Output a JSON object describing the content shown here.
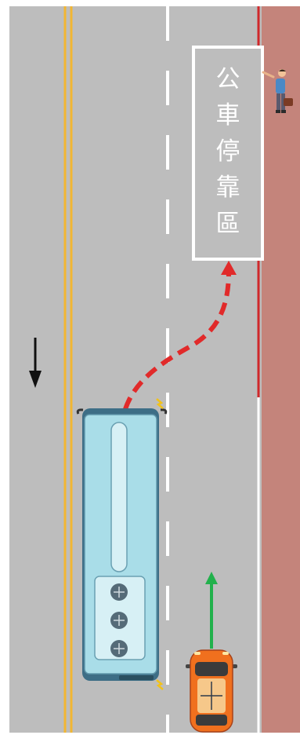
{
  "bus_stop_sign": {
    "chars": [
      "公",
      "車",
      "停",
      "靠",
      "區"
    ]
  },
  "colors": {
    "road": "#bdbdbd",
    "sidewalk": "#c4847b",
    "center_line": "#f2b632",
    "lane_line": "#ffffff",
    "curb_red": "#d0282b",
    "path_arrow": "#e12a2a",
    "car_arrow": "#22b14c",
    "bus_body": "#a9dde8",
    "car_body": "#f0701e"
  },
  "icons": {
    "direction_arrow": "down-arrow-icon",
    "bus": "bus-icon",
    "car": "car-icon",
    "pedestrian": "waving-pedestrian-icon"
  }
}
